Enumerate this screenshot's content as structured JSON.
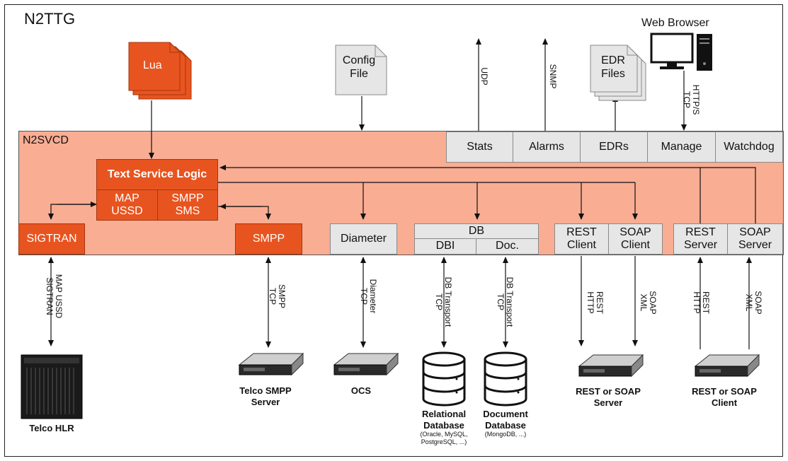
{
  "title": "N2TTG",
  "container_label": "N2SVCD",
  "web_browser": "Web Browser",
  "docs": {
    "lua": "Lua",
    "config": "Config\nFile",
    "edr_files": "EDR\nFiles"
  },
  "top_modules": [
    "Stats",
    "Alarms",
    "EDRs",
    "Manage",
    "Watchdog"
  ],
  "logic": {
    "title": "Text Service Logic",
    "map_ussd": "MAP\nUSSD",
    "smpp_sms": "SMPP\nSMS"
  },
  "bottom_modules": {
    "sigtran": "SIGTRAN",
    "smpp": "SMPP",
    "diameter": "Diameter",
    "db": "DB",
    "dbi": "DBI",
    "doc": "Doc.",
    "rest_client": "REST\nClient",
    "soap_client": "SOAP\nClient",
    "rest_server": "REST\nServer",
    "soap_server": "SOAP\nServer"
  },
  "protocols": {
    "udp": "UDP",
    "snmp": "SNMP",
    "https_tcp": "HTTP/S\nTCP",
    "map_sigtran": "MAP USSD\nSIGTRAN",
    "smpp_tcp": "SMPP\nTCP",
    "diameter_tcp": "Diameter\nTCP",
    "dbt_tcp_1": "DB Transport\nTCP",
    "dbt_tcp_2": "DB Transport\nTCP",
    "rest_http_1": "REST\nHTTP",
    "soap_xml_1": "SOAP\nXML",
    "rest_http_2": "REST\nHTTP",
    "soap_xml_2": "SOAP\nXML"
  },
  "endpoints": {
    "hlr": "Telco HLR",
    "smpp_server": "Telco SMPP\nServer",
    "ocs": "OCS",
    "relational": "Relational\nDatabase",
    "relational_note": "(Oracle, MySQL,\nPostgreSQL, ...)",
    "document": "Document\nDatabase",
    "document_note": "(MongoDB, ...)",
    "rs_server": "REST or SOAP\nServer",
    "rs_client": "REST or SOAP\nClient"
  },
  "colors": {
    "container": "#f9ad93",
    "orange": "#e8541f",
    "gray": "#e6e6e6"
  }
}
